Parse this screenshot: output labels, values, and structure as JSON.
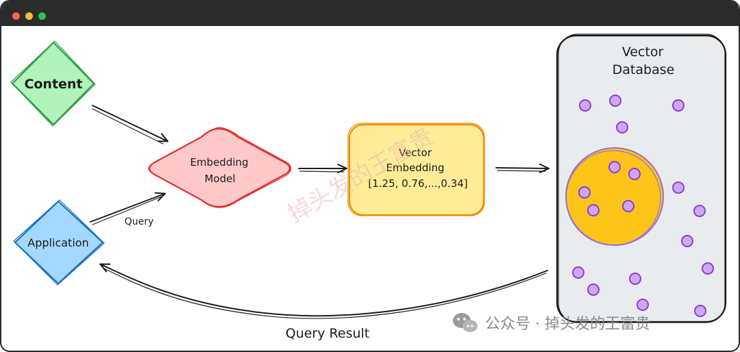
{
  "window": {
    "controls": [
      "close-dot",
      "minimize-dot",
      "zoom-dot"
    ],
    "colors": {
      "close": "#fe5f57",
      "minimize": "#febc2e",
      "zoom": "#28c840"
    }
  },
  "nodes": {
    "content": {
      "label": "Content",
      "color": "#b2f2bb"
    },
    "application": {
      "label": "Application",
      "color": "#a5d8ff"
    },
    "embedding_model": {
      "line1": "Embedding",
      "line2": "Model",
      "color": "#ffc9c9"
    },
    "vector_embedding": {
      "line1": "Vector",
      "line2": "Embedding",
      "line3": "[1.25, 0.76,...,0.34]",
      "color": "#ffec99"
    },
    "vector_database": {
      "line1": "Vector",
      "line2": "Database",
      "color": "#e9ecef"
    }
  },
  "edges": {
    "query_label": "Query",
    "query_result_label": "Query Result"
  },
  "watermark": {
    "diagonal": "掉头发的王富贵",
    "footer": "公众号 · 掉头发的王富贵",
    "icon": "wechat-icon"
  }
}
